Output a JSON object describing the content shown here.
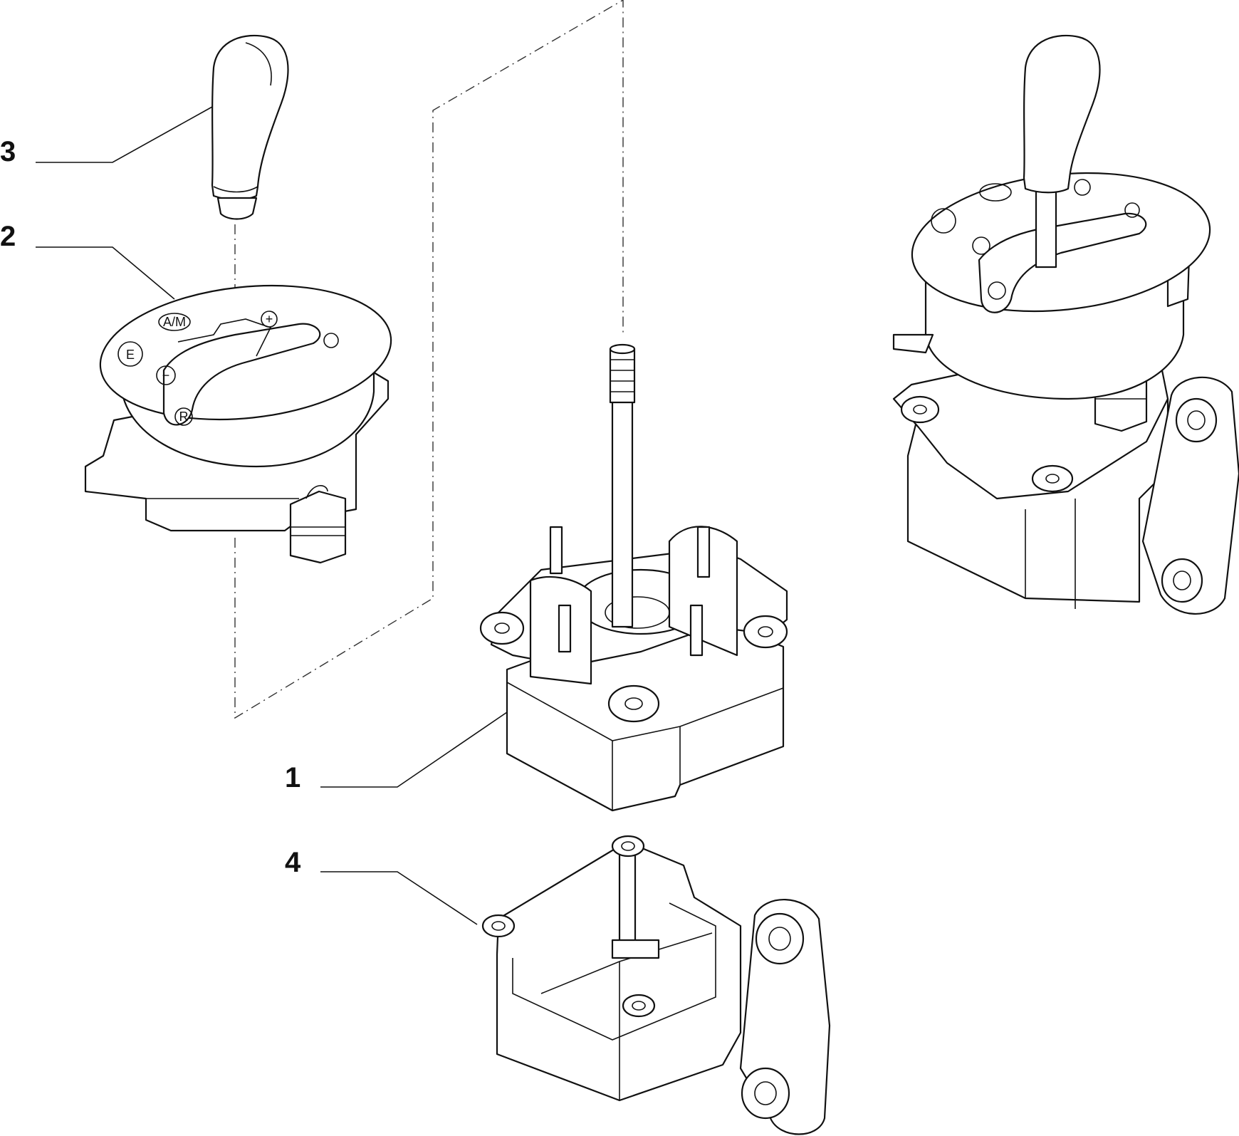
{
  "diagram": {
    "callouts": [
      {
        "id": "callout-3",
        "label": "3"
      },
      {
        "id": "callout-2",
        "label": "2"
      },
      {
        "id": "callout-1",
        "label": "1"
      },
      {
        "id": "callout-4",
        "label": "4"
      }
    ],
    "gate_symbols": {
      "auto_manual": "A/M",
      "economy": "E",
      "minus": "−",
      "plus": "+",
      "reverse": "R"
    }
  }
}
